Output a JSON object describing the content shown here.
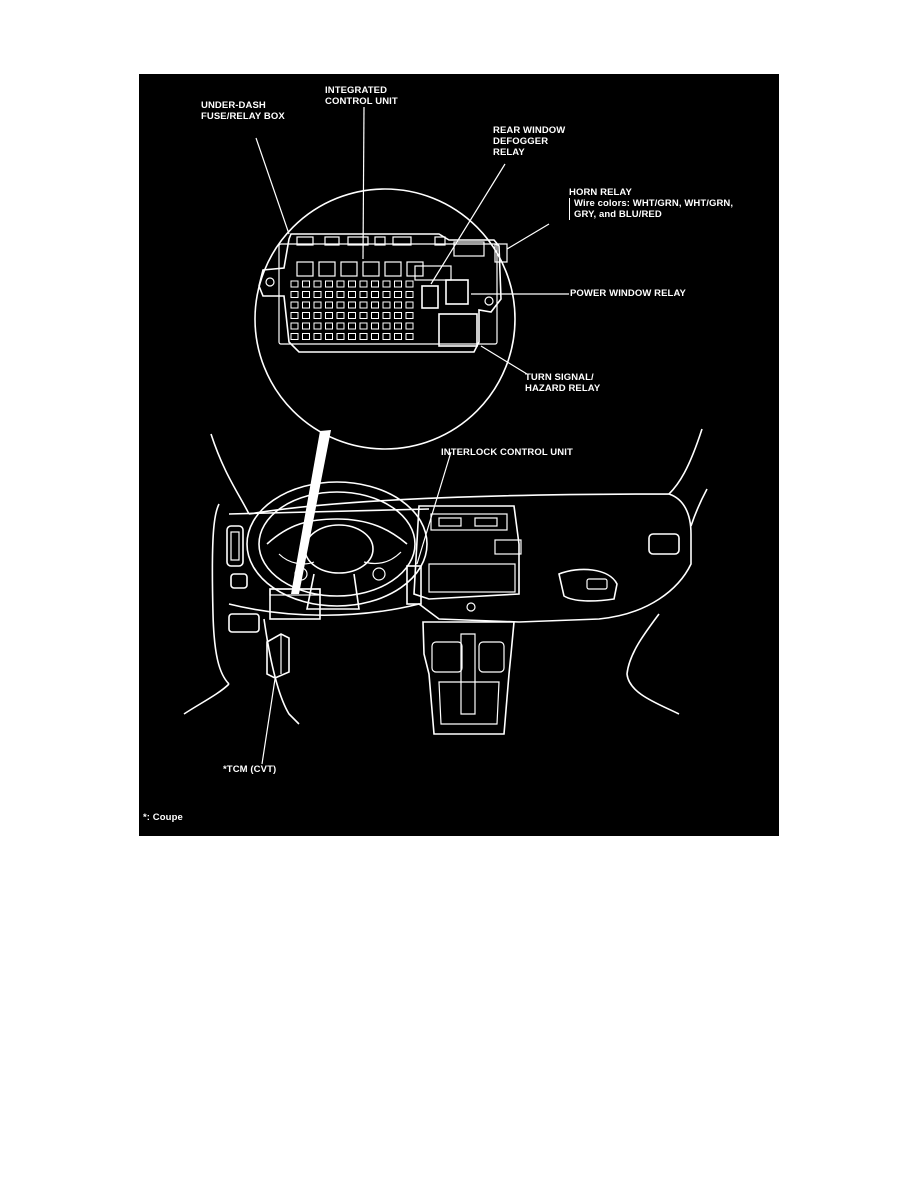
{
  "labels": {
    "under_dash_fuse_box": [
      "UNDER-DASH",
      "FUSE/RELAY BOX"
    ],
    "integrated_control_unit": [
      "INTEGRATED",
      "CONTROL UNIT"
    ],
    "rear_window_defogger_relay": [
      "REAR WINDOW",
      "DEFOGGER",
      "RELAY"
    ],
    "horn_relay": {
      "title": "HORN RELAY",
      "wire_line1": "Wire colors: WHT/GRN, WHT/GRN,",
      "wire_line2": "GRY, and BLU/RED"
    },
    "power_window_relay": "POWER WINDOW RELAY",
    "turn_signal_hazard_relay": [
      "TURN SIGNAL/",
      "HAZARD RELAY"
    ],
    "interlock_control_unit": "INTERLOCK CONTROL UNIT",
    "tcm": "*TCM (CVT)",
    "footnote": "*: Coupe"
  },
  "colors": {
    "panel_background": "#000000",
    "line_art": "#ffffff",
    "page_background": "#ffffff"
  }
}
